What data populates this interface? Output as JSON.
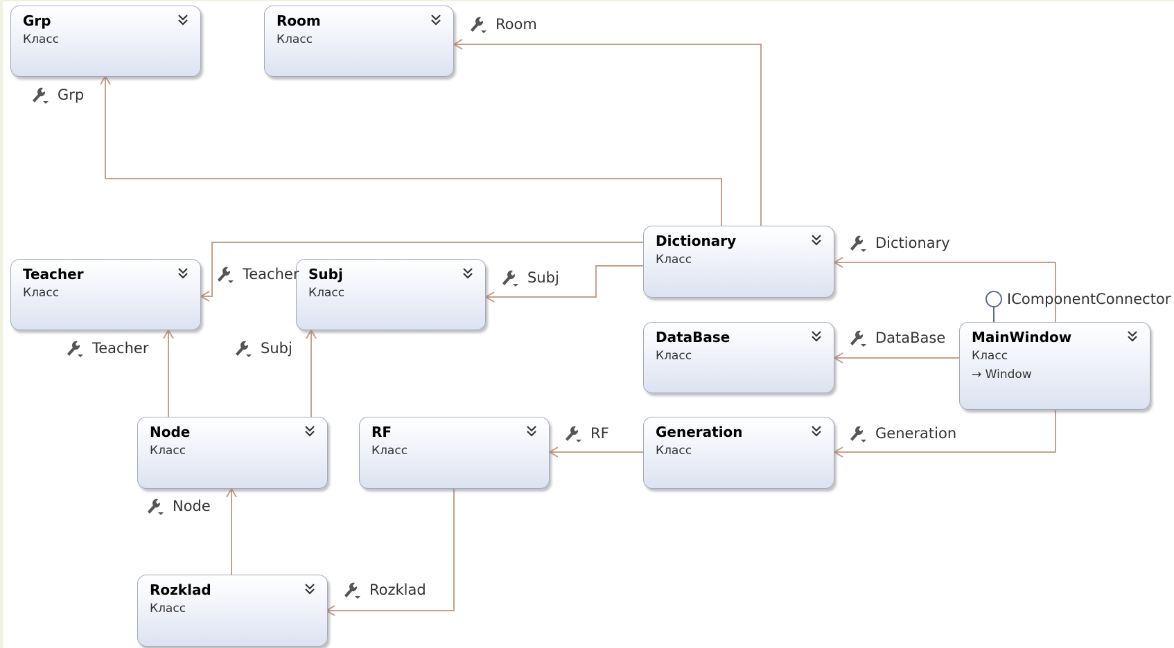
{
  "classes": [
    {
      "id": "grp",
      "name": "Grp",
      "kind": "Класс"
    },
    {
      "id": "room",
      "name": "Room",
      "kind": "Класс"
    },
    {
      "id": "teacher",
      "name": "Teacher",
      "kind": "Класс"
    },
    {
      "id": "subj",
      "name": "Subj",
      "kind": "Класс"
    },
    {
      "id": "dictionary",
      "name": "Dictionary",
      "kind": "Класс"
    },
    {
      "id": "database",
      "name": "DataBase",
      "kind": "Класс"
    },
    {
      "id": "mainwindow",
      "name": "MainWindow",
      "kind": "Класс",
      "base": "Window"
    },
    {
      "id": "node",
      "name": "Node",
      "kind": "Класс"
    },
    {
      "id": "rf",
      "name": "RF",
      "kind": "Класс"
    },
    {
      "id": "generation",
      "name": "Generation",
      "kind": "Класс"
    },
    {
      "id": "rozklad",
      "name": "Rozklad",
      "kind": "Класс"
    }
  ],
  "associations": [
    {
      "label": "Room",
      "from": "Dictionary",
      "to": "Room"
    },
    {
      "label": "Grp",
      "from": "Dictionary",
      "to": "Grp"
    },
    {
      "label": "Teacher",
      "from": "Dictionary",
      "to": "Teacher"
    },
    {
      "label": "Subj",
      "from": "Dictionary",
      "to": "Subj"
    },
    {
      "label": "Dictionary",
      "from": "MainWindow",
      "to": "Dictionary"
    },
    {
      "label": "DataBase",
      "from": "MainWindow",
      "to": "DataBase"
    },
    {
      "label": "Generation",
      "from": "MainWindow",
      "to": "Generation"
    },
    {
      "label": "RF",
      "from": "Generation",
      "to": "RF"
    },
    {
      "label": "Teacher",
      "from": "Node",
      "to": "Teacher"
    },
    {
      "label": "Subj",
      "from": "Node",
      "to": "Subj"
    },
    {
      "label": "Node",
      "from": "Rozklad",
      "to": "Node"
    },
    {
      "label": "Rozklad",
      "from": "RF",
      "to": "Rozklad"
    }
  ],
  "interface_label": "IComponentConnector",
  "colors": {
    "connector": "#c4a08d",
    "box_border": "#a4aabb",
    "box_bottom": "#dde2f1",
    "interface": "#5e6a86"
  },
  "icons": {
    "collapse": "double-chevron-icon",
    "association": "wrench-icon",
    "interface": "lollipop-icon"
  }
}
